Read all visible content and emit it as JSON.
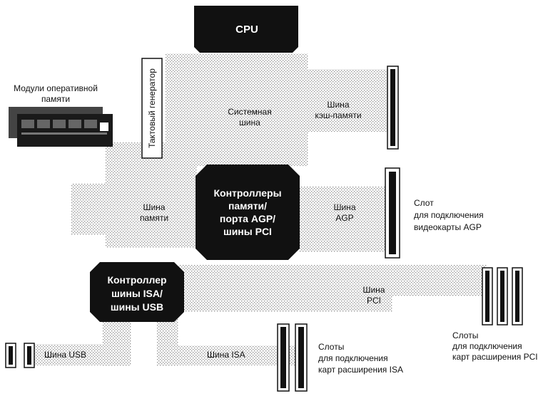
{
  "diagram": {
    "cpu": "CPU",
    "clock": "Тактовый генератор",
    "ram_modules": [
      "Модули оперативной",
      "памяти"
    ],
    "system_bus": [
      "Системная",
      "шина"
    ],
    "cache_bus": [
      "Шина",
      "кэш-памяти"
    ],
    "memory_bus": [
      "Шина",
      "памяти"
    ],
    "agp_bus": [
      "Шина",
      "AGP"
    ],
    "north_bridge": [
      "Контроллеры",
      "памяти/",
      "порта AGP/",
      "шины PCI"
    ],
    "agp_slot": [
      "Слот",
      "для подключения",
      "видеокарты AGP"
    ],
    "south_bridge": [
      "Контроллер",
      "шины ISA/",
      "шины USB"
    ],
    "pci_bus": [
      "Шина",
      "PCI"
    ],
    "pci_slots": [
      "Слоты",
      "для подключения",
      "карт расширения PCI"
    ],
    "usb_bus": "Шина USB",
    "isa_bus": "Шина ISA",
    "isa_slots": [
      "Слоты",
      "для подключения",
      "карт расширения ISA"
    ]
  }
}
